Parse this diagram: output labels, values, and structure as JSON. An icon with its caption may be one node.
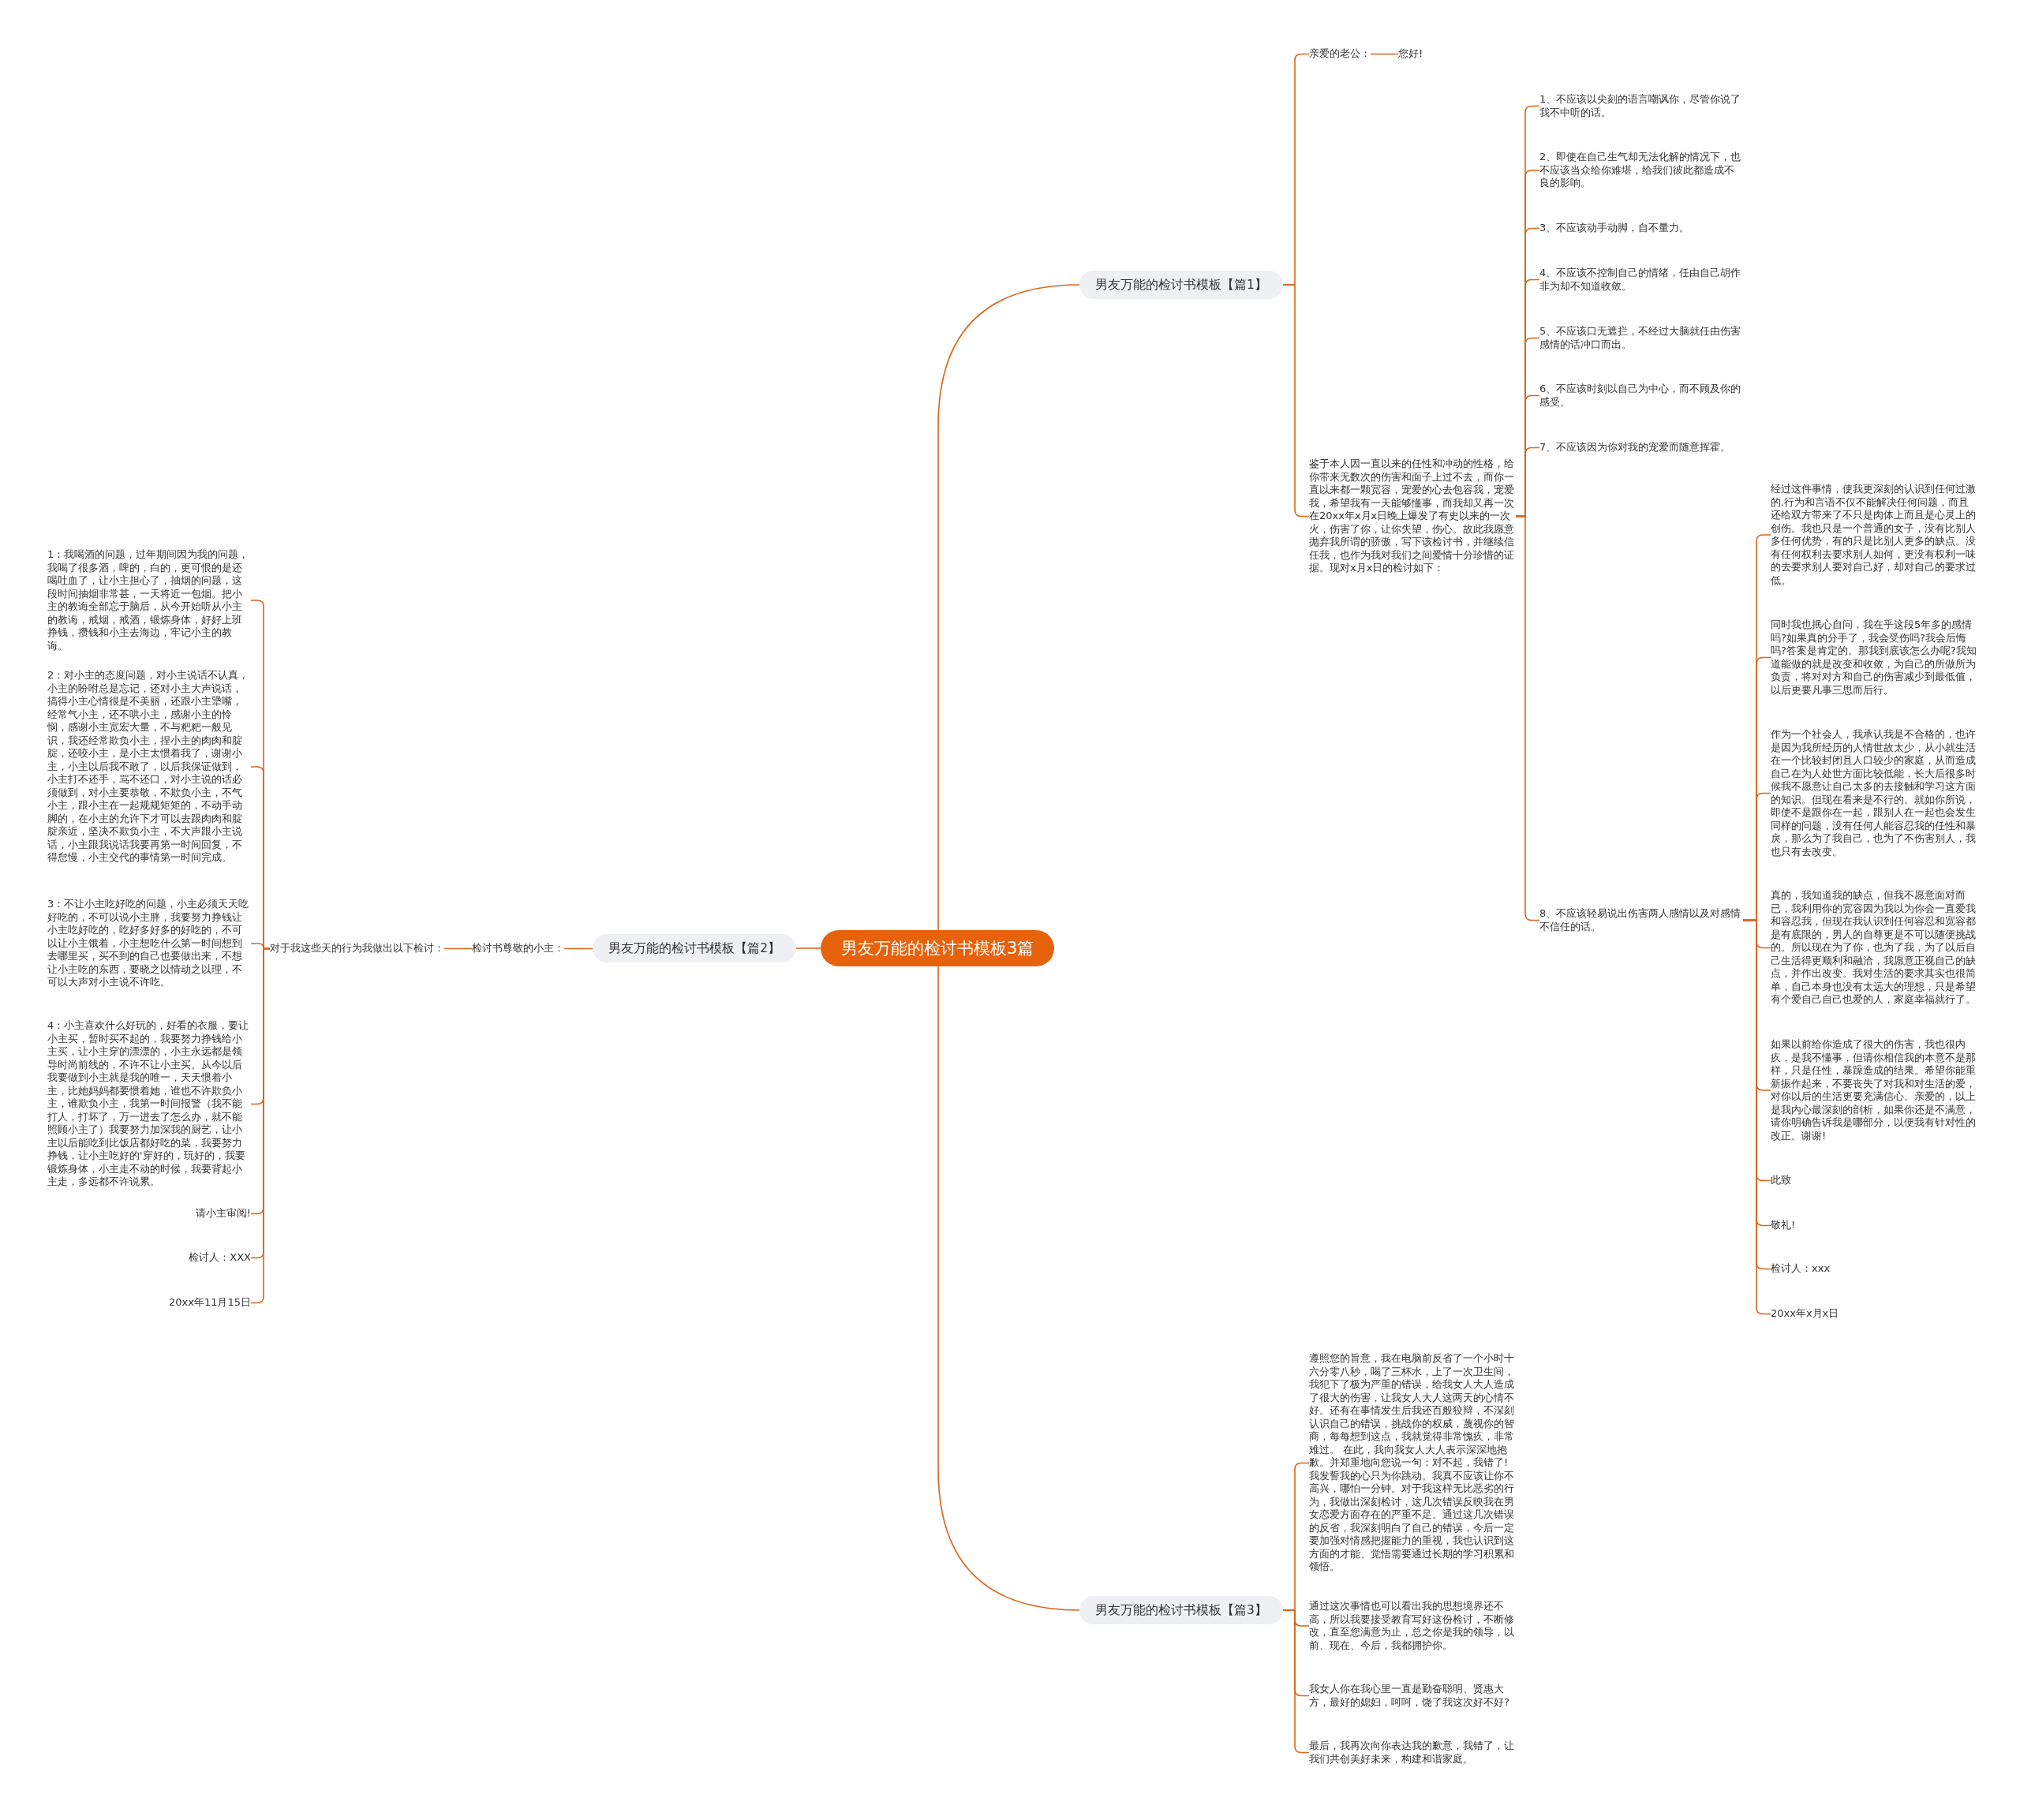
{
  "diagram": {
    "nodes": [
      {
        "text": [
          "男友万能的检讨书模板3篇"
        ]
      },
      {
        "text": [
          "男友万能的检讨书模板【篇1】"
        ]
      },
      {
        "text": [
          "亲爱的老公："
        ]
      },
      {
        "text": [
          "您好!"
        ]
      },
      {
        "text": [
          "鉴于本人因一直以来的任性和冲动的性格，给你带来无数次的伤害和面子上过不去，而你一直以来都一颗宽容，宠爱的心去包容我，宠爱我，希望我有一天能够懂事，而我却又再一次在20xx年x月x日晚上爆发了有史以来的一次火，伤害了你，让你失望，伤心。故此我愿意抛弃我所谓的骄傲，写下该检讨书，并继续信任我，也作为我对我们之间爱情十分珍惜的证据。现对x月x日的检讨如下："
        ]
      },
      {
        "text": [
          "1、不应该以尖刻的语言嘲讽你，尽管你说了我不中听的话。"
        ]
      },
      {
        "text": [
          "2、即使在自己生气却无法化解的情况下，也不应该当众给你难堪，给我们彼此都造成不良的影响。"
        ]
      },
      {
        "text": [
          "3、不应该动手动脚，自不量力。"
        ]
      },
      {
        "text": [
          "4、不应该不控制自己的情绪，任由自己胡作非为却不知道收敛。"
        ]
      },
      {
        "text": [
          "5、不应该口无遮拦，不经过大脑就任由伤害感情的话冲口而出。"
        ]
      },
      {
        "text": [
          "6、不应该时刻以自己为中心，而不顾及你的感受。"
        ]
      },
      {
        "text": [
          "7、不应该因为你对我的宠爱而随意挥霍。"
        ]
      },
      {
        "text": [
          "8、不应该轻易说出伤害两人感情以及对感情不信任的话。"
        ]
      },
      {
        "text": [
          "经过这件事情，使我更深刻的认识到任何过激的.行为和言语不仅不能解决任何问题，而且还给双方带来了不只是肉体上而且是心灵上的创伤。我也只是一个普通的女子，没有比别人多任何优势，有的只是比别人更多的缺点。没有任何权利去要求别人如何，更没有权利一味的去要求别人要对自己好，却对自己的要求过低。"
        ]
      },
      {
        "text": [
          "同时我也抿心自问，我在乎这段5年多的感情吗?如果真的分手了，我会受伤吗?我会后悔吗?答案是肯定的。那我到底该怎么办呢?我知道能做的就是改变和收敛，为自己的所做所为负责，将对对方和自己的伤害减少到最低值，以后更要凡事三思而后行。"
        ]
      },
      {
        "text": [
          "作为一个社会人，我承认我是不合格的，也许是因为我所经历的人情世故太少，从小就生活在一个比较封闭且人口较少的家庭，从而造成自己在为人处世方面比较低能，长大后很多时候我不愿意让自己太多的去接触和学习这方面的知识。但现在看来是不行的。就如你所说，即使不是跟你在一起，跟别人在一起也会发生同样的问题，没有任何人能容忍我的任性和暴戾，那么为了我自己，也为了不伤害别人，我也只有去改变。"
        ]
      },
      {
        "text": [
          "真的，我知道我的缺点，但我不愿意面对而已，我利用你的宽容因为我以为你会一直爱我和容忍我，但现在我认识到任何容忍和宽容都是有底限的，男人的自尊更是不可以随便挑战的。所以现在为了你，也为了我，为了以后自己生活得更顺利和融洽，我愿意正视自己的缺点，并作出改变。我对生活的要求其实也很简单，自己本身也没有太远大的理想，只是希望有个爱自己自己也爱的人，家庭幸福就行了。"
        ]
      },
      {
        "text": [
          "如果以前给你造成了很大的伤害，我也很内疚，是我不懂事，但请你相信我的本意不是那样，只是任性，暴躁造成的结果。希望你能重新振作起来，不要丧失了对我和对生活的爱，对你以后的生活更要充满信心。亲爱的，以上是我内心最深刻的剖析，如果你还是不满意，请你明确告诉我是哪部分，以便我有针对性的改正。谢谢!"
        ]
      },
      {
        "text": [
          "此致"
        ]
      },
      {
        "text": [
          "敬礼!"
        ]
      },
      {
        "text": [
          "检讨人：xxx"
        ]
      },
      {
        "text": [
          "20xx年x月x日"
        ]
      },
      {
        "text": [
          "男友万能的检讨书模板【篇2】"
        ]
      },
      {
        "text": [
          "检讨书尊敬的小主："
        ]
      },
      {
        "text": [
          "对于我这些天的行为我做出以下检讨："
        ]
      },
      {
        "text": [
          "1：我喝酒的问题，过年期间因为我的问题，我喝了很多酒，啤的，白的，更可恨的是还喝吐血了，让小主担心了，抽烟的问题，这段时间抽烟非常甚，一天将近一包烟。把小主的教诲全部忘于脑后，从今开始听从小主的教诲，戒烟，戒酒，锻炼身体，好好上班挣钱，攒钱和小主去海边，牢记小主的教诲。"
        ]
      },
      {
        "text": [
          "2：对小主的态度问题，对小主说话不认真，小主的吩咐总是忘记，还对小主大声说话，搞得小主心情很是不美丽，还跟小主犟嘴，经常气小主，还不哄小主，感谢小主的怜悯，感谢小主宽宏大量，不与粑粑一般见识，我还经常欺负小主，捏小主的肉肉和腚腚，还咬小主，是小主太惯着我了，谢谢小主，小主以后我不敢了，以后我保证做到，小主打不还手，骂不还口，对小主说的话必须做到，对小主要恭敬，不欺负小主，不气小主，跟小主在一起规规矩矩的，不动手动脚的，在小主的允许下才可以去跟肉肉和腚腚亲近，坚决不欺负小主，不大声跟小主说话，小主跟我说话我要再第一时间回复，不得怠慢，小主交代的事情第一时间完成。"
        ]
      },
      {
        "text": [
          "3：不让小主吃好吃的问题，小主必须天天吃好吃的，不可以说小主胖，我要努力挣钱让小主吃好吃的，吃好多好多的好吃的，不可以让小主饿着，小主想吃什么第一时间想到去哪里买，买不到的自己也要做出来，不想让小主吃的东西，要晓之以情动之以理，不可以大声对小主说不许吃。"
        ]
      },
      {
        "text": [
          "4：小主喜欢什么好玩的，好看的衣服，要让小主买，暂时买不起的，我要努力挣钱给小主买，让小主穿的漂漂的，小主永远都是领导时尚前线的，不许不让小主买。从今以后我要做到小主就是我的唯一，天天惯着小主，比她妈妈都要惯着她，谁也不许欺负小主，谁欺负小主，我第一时间报警（我不能打人，打坏了，万一进去了怎么办，就不能照顾小主了）我要努力加深我的厨艺，让小主以后能吃到比饭店都好吃的菜，我要努力挣钱，让小主吃好的'穿好的，玩好的，我要锻炼身体，小主走不动的时候，我要背起小主走，多远都不许说累。"
        ]
      },
      {
        "text": [
          "请小主审阅!"
        ]
      },
      {
        "text": [
          "检讨人：XXX"
        ]
      },
      {
        "text": [
          "20xx年11月15日"
        ]
      },
      {
        "text": [
          "男友万能的检讨书模板【篇3】"
        ]
      },
      {
        "text": [
          "遵照您的旨意，我在电脑前反省了一个小时十六分零八秒，喝了三杯水，上了一次卫生间，我犯下了极为严重的错误，给我女人大人造成了很大的伤害，让我女人大人这两天的心情不好。还有在事情发生后我还百般狡辩，不深刻认识自己的错误，挑战你的权威，蔑视你的智商，每每想到这点，我就觉得非常愧疚，非常难过。 在此，我向我女人大人表示深深地抱歉。并郑重地向您说一句：对不起，我错了!我发誓我的心只为你跳动。我真不应该让你不高兴，哪怕一分钟。对于我这样无比恶劣的行为，我做出深刻检讨，这几次错误反映我在男女恋爱方面存在的严重不足。通过这几次错误的反省，我深刻明白了自己的错误，今后一定要加强对情感把握能力的重视，我也认识到这方面的才能、觉悟需要通过长期的学习积累和领悟。"
        ]
      },
      {
        "text": [
          "通过这次事情也可以看出我的思想境界还不高，所以我要接受教育写好这份检讨，不断修改，直至您满意为止，总之你是我的领导，以前、现在、今后，我都拥护你。"
        ]
      },
      {
        "text": [
          "我女人你在我心里一直是勤奋聪明、贤惠大方，最好的媳妇，呵呵，饶了我这次好不好?"
        ]
      },
      {
        "text": [
          "最后，我再次向你表达我的歉意，我错了，让我们共创美好未来，构建和谐家庭。"
        ]
      }
    ],
    "edges": [
      {
        "from": 0,
        "to": 1,
        "arrow": "none"
      },
      {
        "from": 1,
        "to": 2,
        "arrow": "none"
      },
      {
        "from": 2,
        "to": 3,
        "arrow": "none"
      },
      {
        "from": 1,
        "to": 4,
        "arrow": "none"
      },
      {
        "from": 4,
        "to": 5,
        "arrow": "none"
      },
      {
        "from": 4,
        "to": 6,
        "arrow": "none"
      },
      {
        "from": 4,
        "to": 7,
        "arrow": "none"
      },
      {
        "from": 4,
        "to": 8,
        "arrow": "none"
      },
      {
        "from": 4,
        "to": 9,
        "arrow": "none"
      },
      {
        "from": 4,
        "to": 10,
        "arrow": "none"
      },
      {
        "from": 4,
        "to": 11,
        "arrow": "none"
      },
      {
        "from": 4,
        "to": 12,
        "arrow": "none"
      },
      {
        "from": 12,
        "to": 13,
        "arrow": "none"
      },
      {
        "from": 12,
        "to": 14,
        "arrow": "none"
      },
      {
        "from": 12,
        "to": 15,
        "arrow": "none"
      },
      {
        "from": 12,
        "to": 16,
        "arrow": "none"
      },
      {
        "from": 12,
        "to": 17,
        "arrow": "none"
      },
      {
        "from": 12,
        "to": 18,
        "arrow": "none"
      },
      {
        "from": 12,
        "to": 19,
        "arrow": "none"
      },
      {
        "from": 12,
        "to": 20,
        "arrow": "none"
      },
      {
        "from": 12,
        "to": 21,
        "arrow": "none"
      },
      {
        "from": 0,
        "to": 22,
        "arrow": "none"
      },
      {
        "from": 22,
        "to": 23,
        "arrow": "none"
      },
      {
        "from": 23,
        "to": 24,
        "arrow": "none"
      },
      {
        "from": 24,
        "to": 25,
        "arrow": "none"
      },
      {
        "from": 24,
        "to": 26,
        "arrow": "none"
      },
      {
        "from": 24,
        "to": 27,
        "arrow": "none"
      },
      {
        "from": 24,
        "to": 28,
        "arrow": "none"
      },
      {
        "from": 24,
        "to": 29,
        "arrow": "none"
      },
      {
        "from": 24,
        "to": 30,
        "arrow": "none"
      },
      {
        "from": 24,
        "to": 31,
        "arrow": "none"
      },
      {
        "from": 0,
        "to": 32,
        "arrow": "none"
      },
      {
        "from": 32,
        "to": 33,
        "arrow": "none"
      },
      {
        "from": 32,
        "to": 34,
        "arrow": "none"
      },
      {
        "from": 32,
        "to": 35,
        "arrow": "none"
      },
      {
        "from": 32,
        "to": 36,
        "arrow": "none"
      }
    ]
  }
}
